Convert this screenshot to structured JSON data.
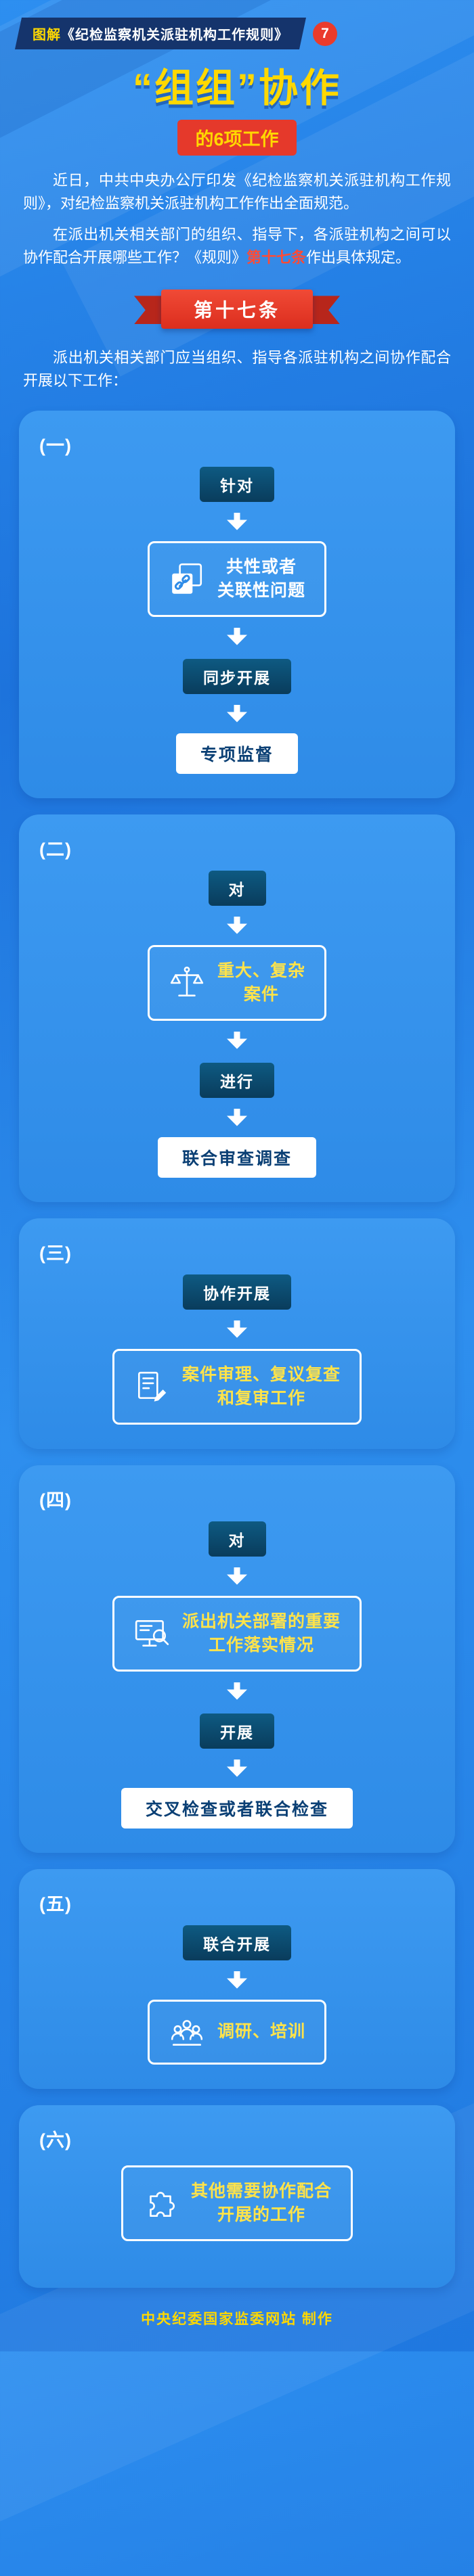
{
  "header": {
    "badge_prefix": "图解",
    "badge_title": "《纪检监察机关派驻机构工作规则》",
    "badge_number": "7",
    "title": "“组组”协作",
    "subtitle": "的6项工作"
  },
  "intro": {
    "p1": "近日，中共中央办公厅印发《纪检监察机关派驻机构工作规则》，对纪检监察机关派驻机构工作作出全面规范。",
    "p2_before": "在派出机关相关部门的组织、指导下，各派驻机构之间可以协作配合开展哪些工作？《规则》",
    "p2_highlight": "第十七条",
    "p2_after": "作出具体规定。"
  },
  "ribbon": {
    "label": "第十七条"
  },
  "lead": "派出机关相关部门应当组织、指导各派驻机构之间协作配合开展以下工作：",
  "cards": [
    {
      "label": "(一)",
      "chip1": "针对",
      "box": {
        "icon": "link-icon",
        "lines": [
          "共性或者",
          "关联性问题"
        ]
      },
      "chip2": "同步开展",
      "result": "专项监督"
    },
    {
      "label": "(二)",
      "chip1": "对",
      "box": {
        "icon": "scale-case-icon",
        "lines": [
          "重大、复杂",
          "案件"
        ]
      },
      "chip2": "进行",
      "result": "联合审查调查"
    },
    {
      "label": "(三)",
      "chip1": "协作开展",
      "box": {
        "icon": "document-pen-icon",
        "lines": [
          "案件审理、复议复查",
          "和复审工作"
        ]
      }
    },
    {
      "label": "(四)",
      "chip1": "对",
      "box": {
        "icon": "monitor-search-icon",
        "lines": [
          "派出机关部署的重要",
          "工作落实情况"
        ]
      },
      "chip2": "开展",
      "result": "交叉检查或者联合检查"
    },
    {
      "label": "(五)",
      "chip1": "联合开展",
      "box": {
        "icon": "meeting-icon",
        "lines": [
          "调研、培训"
        ]
      }
    },
    {
      "label": "(六)",
      "box": {
        "icon": "puzzle-icon",
        "lines": [
          "其他需要协作配合",
          "开展的工作"
        ]
      }
    }
  ],
  "footer": "中央纪委国家监委网站 制作",
  "colors": {
    "background_blue": "#1f78e0",
    "card_blue": "#3694ee",
    "chip_navy": "#0b4a6e",
    "accent_yellow": "#ffd800",
    "box_text_yellow": "#ffe34a",
    "accent_red": "#e5392b",
    "ribbon_red": "#e63c2a",
    "result_text_blue": "#0a3f74"
  }
}
